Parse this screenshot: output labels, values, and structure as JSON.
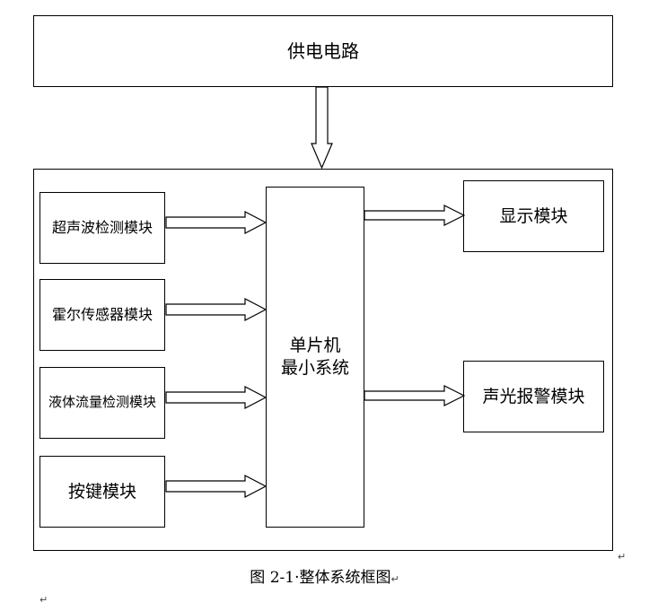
{
  "diagram": {
    "power": "供电电路",
    "mcu": "单片机\n最小系统",
    "inputs": [
      "超声波检测模块",
      "霍尔传感器模块",
      "液体流量检测模块",
      "按键模块"
    ],
    "outputs": [
      "显示模块",
      "声光报警模块"
    ]
  },
  "caption": "图 2-1·整体系统框图",
  "paragraph_mark": "↵"
}
